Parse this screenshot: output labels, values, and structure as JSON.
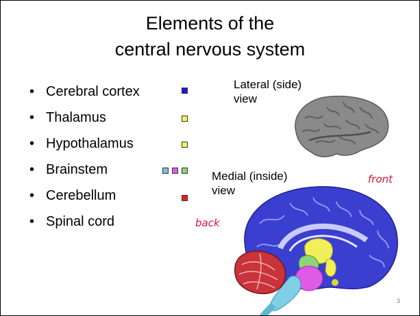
{
  "slide": {
    "title_line1": "Elements of the",
    "title_line2": "central nervous system",
    "bullets": [
      {
        "label": "Cerebral cortex",
        "colors": [
          "#1515ee"
        ]
      },
      {
        "label": "Thalamus",
        "colors": [
          "#f4f45a"
        ]
      },
      {
        "label": "Hypothalamus",
        "colors": [
          "#f4f45a"
        ]
      },
      {
        "label": "Brainstem",
        "colors": [
          "#7fbfe0",
          "#e05ae8",
          "#8fd47a"
        ]
      },
      {
        "label": "Cerebellum",
        "colors": [
          "#ee1f1f"
        ]
      },
      {
        "label": "Spinal cord",
        "colors": []
      }
    ],
    "lateral_caption_line1": "Lateral (side)",
    "lateral_caption_line2": "view",
    "medial_caption_line1": "Medial (inside)",
    "medial_caption_line2": "view",
    "handwritten_front": "front",
    "handwritten_back": "back",
    "page_number": "3"
  }
}
